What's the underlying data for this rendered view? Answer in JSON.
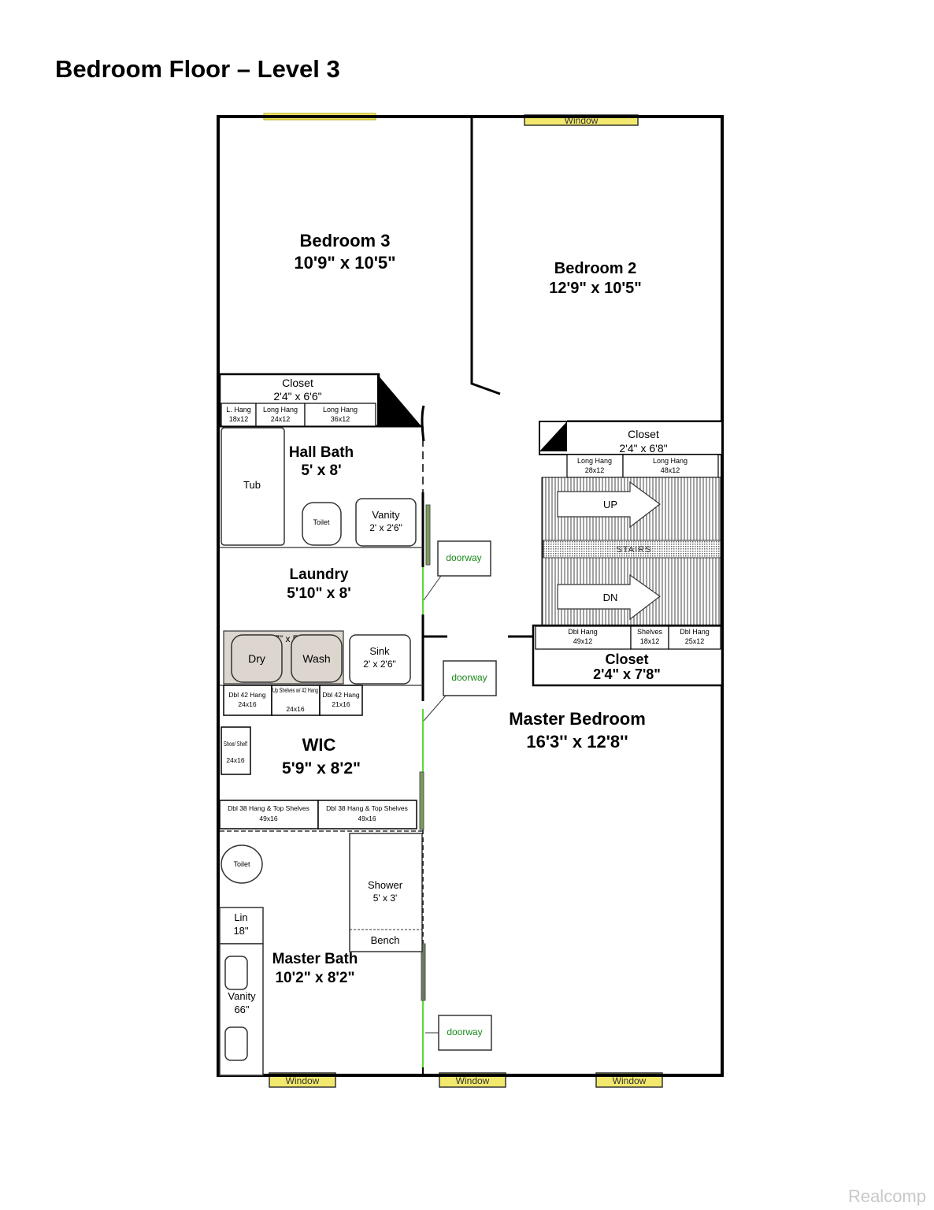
{
  "title": "Bedroom Floor – Level 3",
  "watermark": "Realcomp",
  "rooms": {
    "bedroom3": {
      "name": "Bedroom 3",
      "size": "10'9\" x 10'5\""
    },
    "bedroom2": {
      "name": "Bedroom 2",
      "size": "12'9\" x 10'5\""
    },
    "hall_closet": {
      "name": "Closet",
      "size": "2'4\" x 6'6\""
    },
    "hall_bath": {
      "name": "Hall Bath",
      "size": "5' x 8'"
    },
    "laundry": {
      "name": "Laundry",
      "size": "5'10\" x 8'"
    },
    "wic": {
      "name": "WIC",
      "size": "5'9\" x 8'2\""
    },
    "master_bath": {
      "name": "Master Bath",
      "size": "10'2\"  x  8'2\""
    },
    "master_bedroom": {
      "name": "Master Bedroom",
      "size": "16'3'' x 12'8''"
    },
    "bed2_closet": {
      "name": "Closet",
      "size": "2'4\" x 6'8\""
    },
    "master_closet": {
      "name": "Closet",
      "size": "2'4\" x 7'8\""
    }
  },
  "fixtures": {
    "tub": "Tub",
    "toilet": "Toilet",
    "hall_vanity": {
      "name": "Vanity",
      "size": "2' x 2'6\""
    },
    "dryer": "Dry",
    "washer": "Wash",
    "wd_size": "2'7\" x 5'",
    "sink": {
      "name": "Sink",
      "size": "2' x 2'6\""
    },
    "shower": {
      "name": "Shower",
      "size": "5' x 3'"
    },
    "bench": "Bench",
    "linen": {
      "name": "Lin",
      "size": "18\""
    },
    "master_vanity": {
      "name": "Vanity",
      "size": "66\""
    },
    "stairs": "STAIRS",
    "up": "UP",
    "dn": "DN"
  },
  "doorway_label": "doorway",
  "window_label": "Window",
  "shelves": {
    "hall_closet": [
      {
        "name": "L. Hang",
        "size": "18x12"
      },
      {
        "name": "Long Hang",
        "size": "24x12"
      },
      {
        "name": "Long Hang",
        "size": "36x12"
      }
    ],
    "bed2_closet": [
      {
        "name": "Long Hang",
        "size": "28x12"
      },
      {
        "name": "Long Hang",
        "size": "48x12"
      }
    ],
    "master_closet": [
      {
        "name": "Dbl Hang",
        "size": "49x12"
      },
      {
        "name": "Shelves",
        "size": "18x12"
      },
      {
        "name": "Dbl Hang",
        "size": "25x12"
      }
    ],
    "wic_top": [
      {
        "name": "Dbl 42 Hang",
        "size": "24x16"
      },
      {
        "name": "Up Shelves w/ 42 Hang",
        "size": "24x16"
      },
      {
        "name": "Dbl 42 Hang",
        "size": "21x16"
      }
    ],
    "wic_side": {
      "name": "Shoe/ Shelf",
      "size": "24x16"
    },
    "wic_bottom": [
      {
        "name": "Dbl 38 Hang & Top Shelves",
        "size": "49x16"
      },
      {
        "name": "Dbl 38 Hang & Top Shelves",
        "size": "49x16"
      }
    ]
  },
  "colors": {
    "wall": "#000000",
    "window": "#f2e86d",
    "doorway_text": "#1a8a1a",
    "door_line": "#55dd33"
  }
}
